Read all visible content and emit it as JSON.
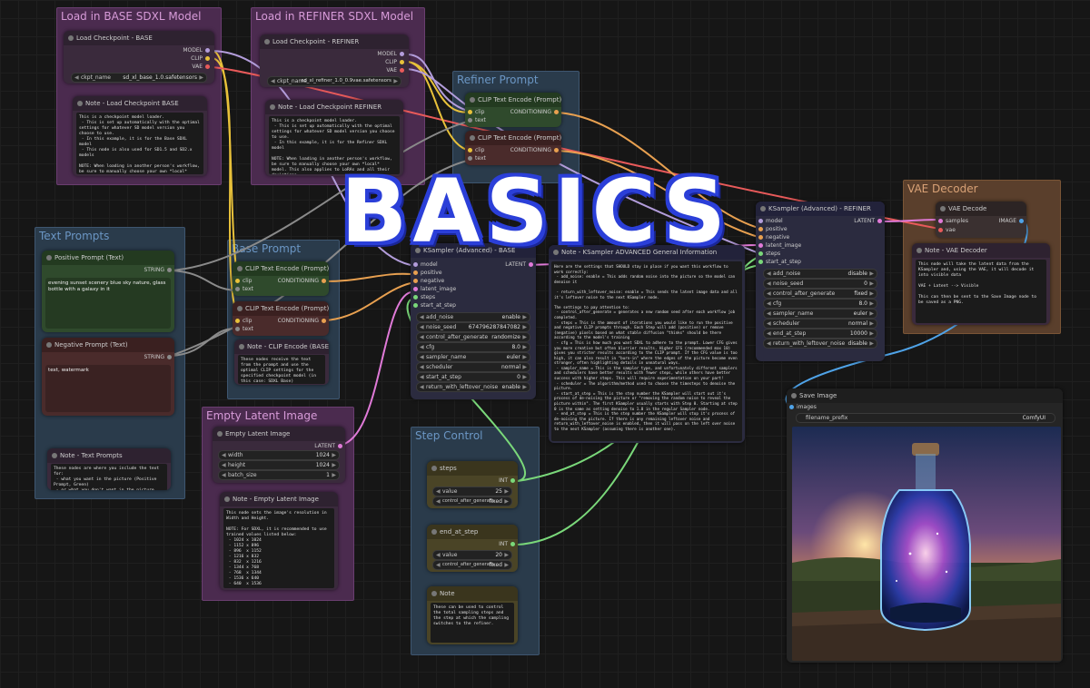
{
  "banner": "BASICS",
  "groups": {
    "base": "Load in BASE SDXL Model",
    "refiner": "Load in REFINER SDXL Model",
    "refiner_prompt": "Refiner Prompt",
    "text_prompts": "Text Prompts",
    "base_prompt": "Base Prompt",
    "empty_latent": "Empty Latent Image",
    "step_control": "Step Control",
    "vae": "VAE Decoder"
  },
  "ckpt_base": {
    "title": "Load Checkpoint - BASE",
    "out_model": "MODEL",
    "out_clip": "CLIP",
    "out_vae": "VAE",
    "widget_label": "ckpt_name",
    "widget_value": "sd_xl_base_1.0.safetensors"
  },
  "note_ckpt_base": {
    "title": "Note - Load Checkpoint BASE",
    "text": "This is a checkpoint model loader.\n - This is set up automatically with the optimal settings for whatever SD model version you choose to use.\n - In this example, it is for the Base SDXL model\n - This node is also used for SD1.5 and SD2.x models\n\nNOTE: When loading in another person's workflow, be sure to manually choose your own *local* model. This also applies to LoRAs and all their deviations"
  },
  "ckpt_refiner": {
    "title": "Load Checkpoint - REFINER",
    "out_model": "MODEL",
    "out_clip": "CLIP",
    "out_vae": "VAE",
    "widget_label": "ckpt_name",
    "widget_value": "sd_xl_refiner_1.0_0.9vae.safetensors"
  },
  "note_ckpt_refiner": {
    "title": "Note - Load Checkpoint REFINER",
    "text": "This is a checkpoint model loader.\n - This is set up automatically with the optimal settings for whatever SD model version you choose to use.\n - In this example, it is for the Refiner SDXL model\n\nNOTE: When loading in another person's workflow, be sure to manually choose your own *local* model. This also applies to LoRAs and all their deviations."
  },
  "clip_encode": {
    "title": "CLIP Text Encode (Prompt)",
    "in_clip": "clip",
    "in_text": "text",
    "out": "CONDITIONING"
  },
  "positive_prompt": {
    "title": "Positive Prompt (Text)",
    "out": "STRING",
    "text": "evening sunset scenery blue sky nature, glass bottle with a galaxy in it"
  },
  "negative_prompt": {
    "title": "Negative Prompt (Text)",
    "out": "STRING",
    "text": "text, watermark"
  },
  "note_text_prompts": {
    "title": "Note - Text Prompts",
    "text": "These nodes are where you include the text for:\n - what you want in the picture (Positive Prompt, Green)\n - or what you don't want in the picture (Negative Prompt, Red)\n\nThis node type is called a \"PrimitiveNode\" if you are searching for the node type."
  },
  "note_clip_base": {
    "title": "Note - CLIP Encode (BASE)",
    "text": "These nodes receive the text from the prompt and use the optimal CLIP settings for the specified checkpoint model (in this case: SDXL Base)"
  },
  "empty_latent": {
    "title": "Empty Latent Image",
    "out": "LATENT",
    "widgets": [
      {
        "label": "width",
        "value": "1024"
      },
      {
        "label": "height",
        "value": "1024"
      },
      {
        "label": "batch_size",
        "value": "1"
      }
    ]
  },
  "note_empty_latent": {
    "title": "Note - Empty Latent Image",
    "text": "This node sets the image's resolution in Width and Height.\n\nNOTE: For SDXL, it is recommended to use trained values listed below:\n - 1024 x 1024\n - 1152 x 896\n - 896  x 1152\n - 1216 x 832\n - 832  x 1216\n - 1344 x 768\n - 768  x 1344\n - 1536 x 640\n - 640  x 1536"
  },
  "ksampler_base": {
    "title": "KSampler (Advanced) - BASE",
    "inputs": [
      "model",
      "positive",
      "negative",
      "latent_image",
      "steps",
      "start_at_step"
    ],
    "out": "LATENT",
    "widgets": [
      {
        "label": "add_noise",
        "value": "enable"
      },
      {
        "label": "noise_seed",
        "value": "674796287847082"
      },
      {
        "label": "control_after_generate",
        "value": "randomize"
      },
      {
        "label": "cfg",
        "value": "8.0"
      },
      {
        "label": "sampler_name",
        "value": "euler"
      },
      {
        "label": "scheduler",
        "value": "normal"
      },
      {
        "label": "start_at_step",
        "value": "0"
      },
      {
        "label": "return_with_leftover_noise",
        "value": "enable"
      }
    ]
  },
  "note_ksampler": {
    "title": "Note - KSampler ADVANCED General Information",
    "text": "Here are the settings that SHOULD stay in place if you want this workflow to work correctly:\n - add_noise: enable = This adds random noise into the picture so the model can denoise it\n\n - return_with_leftover_noise: enable = This sends the latent image data and all it's leftover noise to the next KSampler node.\n\nThe settings to pay attention to:\n - control_after_generate = generates a new random seed after each workflow job completed.\n - steps = This is the amount of iterations you would like to run the positive and negative CLIP prompts through. Each Step will add (positive) or remove (negative) pixels based on what stable diffusion \"thinks\" should be there according to the model's training\n - cfg = This is how much you want SDXL to adhere to the prompt. Lower CFG gives you more creative but often blurrier results. Higher CFG (recommended max 10) gives you stricter results according to the CLIP prompt. If the CFG value is too high, it can also result in \"burn-in\" where the edges of the picture become even stronger, often highlighting details in unnatural ways.\n - sampler_name = This is the sampler type, and unfortunately different samplers and schedulers have better results with fewer steps, while others have better success with higher steps. This will require experimentation on your part!\n - scheduler = The algorithm/method used to choose the timesteps to denoise the picture.\n - start_at_step = This is the step number the KSampler will start out it's process of de-noising the picture or \"removing the random noise to reveal the picture within\". The first KSampler usually starts with Step 0. Starting at step 0 is the same as setting denoise to 1.0 in the regular Sampler node.\n - end_at_step = This is the step number the KSampler will stop it's process of de-noising the picture. If there is any remaining leftover noise and return_with_leftover_noise is enabled, then it will pass on the left over noise to the next KSampler (assuming there is another one)."
  },
  "ksampler_refiner": {
    "title": "KSampler (Advanced) - REFINER",
    "inputs": [
      "model",
      "positive",
      "negative",
      "latent_image",
      "steps",
      "start_at_step"
    ],
    "out": "LATENT",
    "widgets": [
      {
        "label": "add_noise",
        "value": "disable"
      },
      {
        "label": "noise_seed",
        "value": "0"
      },
      {
        "label": "control_after_generate",
        "value": "fixed"
      },
      {
        "label": "cfg",
        "value": "8.0"
      },
      {
        "label": "sampler_name",
        "value": "euler"
      },
      {
        "label": "scheduler",
        "value": "normal"
      },
      {
        "label": "end_at_step",
        "value": "10000"
      },
      {
        "label": "return_with_leftover_noise",
        "value": "disable"
      }
    ]
  },
  "vae_decode": {
    "title": "VAE Decode",
    "in_samples": "samples",
    "in_vae": "vae",
    "out": "IMAGE"
  },
  "note_vae": {
    "title": "Note - VAE Decoder",
    "text": "This node will take the latent data from the KSampler and, using the VAE, it will decode it into visible data\n\nVAE + Latent --> Visible\n\nThis can then be sent to the Save Image node to be saved as a PNG."
  },
  "steps_node": {
    "title": "steps",
    "out": "INT",
    "widgets": [
      {
        "label": "value",
        "value": "25"
      },
      {
        "label": "control_after_generate",
        "value": "fixed"
      }
    ]
  },
  "end_at_step_node": {
    "title": "end_at_step",
    "out": "INT",
    "widgets": [
      {
        "label": "value",
        "value": "20"
      },
      {
        "label": "control_after_generate",
        "value": "fixed"
      }
    ]
  },
  "note_steps": {
    "title": "Note",
    "text": "These can be used to control the total sampling steps and the step at which the sampling switches to the refiner."
  },
  "save_image": {
    "title": "Save Image",
    "in_images": "images",
    "widget_label": "filename_prefix",
    "widget_value": "ComfyUI"
  },
  "colors": {
    "purple_group": "#4b2b4f",
    "blue_group": "#2a3b4b",
    "brown_group": "#5a3f2c",
    "green_node": "#2f4a2c",
    "red_node": "#4a2b2b",
    "yellow_node": "#4a4426",
    "accent_banner": "#2b3fd8"
  }
}
